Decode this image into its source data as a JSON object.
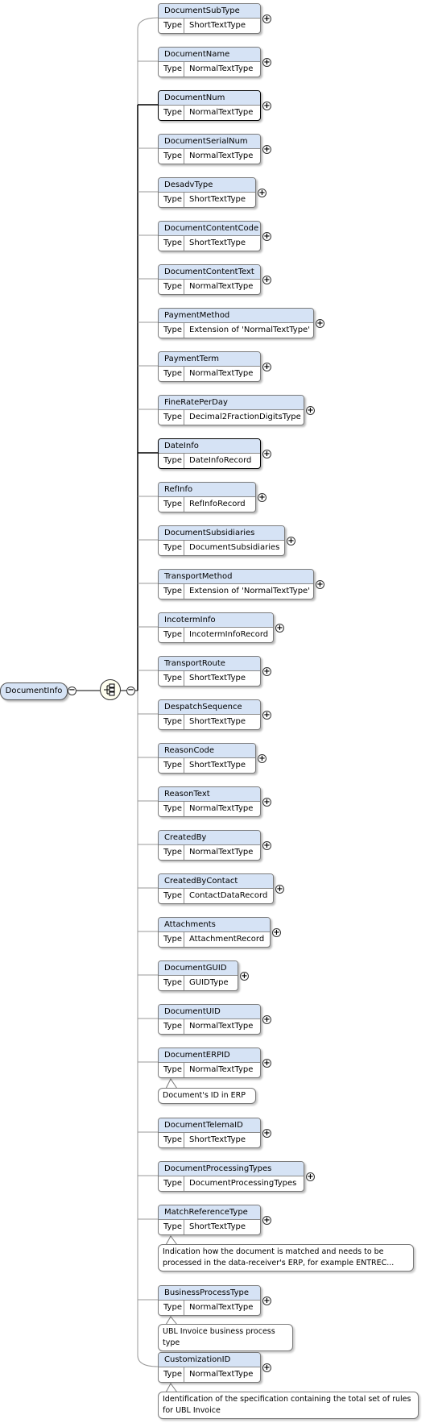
{
  "root": {
    "label": "DocumentInfo"
  },
  "type_key": "Type",
  "elements": [
    {
      "name": "DocumentSubType",
      "type": "ShortTextType",
      "mandatory": false
    },
    {
      "name": "DocumentName",
      "type": "NormalTextType",
      "mandatory": false
    },
    {
      "name": "DocumentNum",
      "type": "NormalTextType",
      "mandatory": true
    },
    {
      "name": "DocumentSerialNum",
      "type": "NormalTextType",
      "mandatory": false
    },
    {
      "name": "DesadvType",
      "type": "ShortTextType",
      "mandatory": false
    },
    {
      "name": "DocumentContentCode",
      "type": "ShortTextType",
      "mandatory": false
    },
    {
      "name": "DocumentContentText",
      "type": "NormalTextType",
      "mandatory": false
    },
    {
      "name": "PaymentMethod",
      "type": "Extension of 'NormalTextType'",
      "mandatory": false
    },
    {
      "name": "PaymentTerm",
      "type": "NormalTextType",
      "mandatory": false
    },
    {
      "name": "FineRatePerDay",
      "type": "Decimal2FractionDigitsType",
      "mandatory": false
    },
    {
      "name": "DateInfo",
      "type": "DateInfoRecord",
      "mandatory": true
    },
    {
      "name": "RefInfo",
      "type": "RefInfoRecord",
      "mandatory": false
    },
    {
      "name": "DocumentSubsidiaries",
      "type": "DocumentSubsidiaries",
      "mandatory": false
    },
    {
      "name": "TransportMethod",
      "type": "Extension of 'NormalTextType'",
      "mandatory": false
    },
    {
      "name": "IncotermInfo",
      "type": "IncotermInfoRecord",
      "mandatory": false
    },
    {
      "name": "TransportRoute",
      "type": "ShortTextType",
      "mandatory": false
    },
    {
      "name": "DespatchSequence",
      "type": "ShortTextType",
      "mandatory": false
    },
    {
      "name": "ReasonCode",
      "type": "ShortTextType",
      "mandatory": false
    },
    {
      "name": "ReasonText",
      "type": "NormalTextType",
      "mandatory": false
    },
    {
      "name": "CreatedBy",
      "type": "NormalTextType",
      "mandatory": false
    },
    {
      "name": "CreatedByContact",
      "type": "ContactDataRecord",
      "mandatory": false
    },
    {
      "name": "Attachments",
      "type": "AttachmentRecord",
      "mandatory": false
    },
    {
      "name": "DocumentGUID",
      "type": "GUIDType",
      "mandatory": false
    },
    {
      "name": "DocumentUID",
      "type": "NormalTextType",
      "mandatory": false
    },
    {
      "name": "DocumentERPID",
      "type": "NormalTextType",
      "mandatory": false,
      "note": "Document's ID in ERP"
    },
    {
      "name": "DocumentTelemaID",
      "type": "ShortTextType",
      "mandatory": false
    },
    {
      "name": "DocumentProcessingTypes",
      "type": "DocumentProcessingTypes",
      "mandatory": false
    },
    {
      "name": "MatchReferenceType",
      "type": "ShortTextType",
      "mandatory": false,
      "note": "Indication how the document is matched and needs to be processed in the data-receiver's ERP, for example ENTREC..."
    },
    {
      "name": "BusinessProcessType",
      "type": "NormalTextType",
      "mandatory": false,
      "note": "UBL Invoice business process type"
    },
    {
      "name": "CustomizationID",
      "type": "NormalTextType",
      "mandatory": false,
      "note": "Identification of the specification containing the total set of rules for UBL Invoice"
    }
  ]
}
